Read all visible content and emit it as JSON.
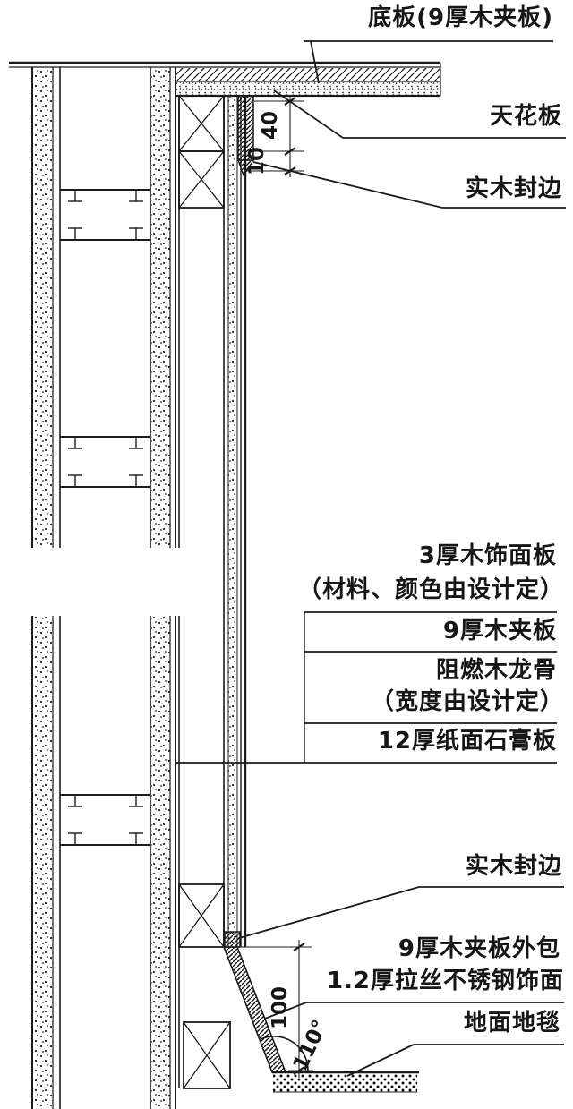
{
  "labels": {
    "bottom_board": "底板(9厚木夹板)",
    "ceiling": "天花板",
    "edge_top": "实木封边",
    "veneer": "3厚木饰面板",
    "veneer_note": "（材料、颜色由设计定）",
    "plywood": "9厚木夹板",
    "keel": "阻燃木龙骨",
    "keel_note": "（宽度由设计定）",
    "gypsum": "12厚纸面石膏板",
    "edge_bottom": "实木封边",
    "skirt_wrap": "9厚木夹板外包",
    "skirt_face": "1.2厚拉丝不锈钢饰面",
    "carpet": "地面地毯"
  },
  "dimensions": {
    "ceiling_offset": "40",
    "edge_reveal": "10",
    "skirting_height": "100",
    "skirting_angle": "110°"
  },
  "colors": {
    "ink": "#1b1b1b",
    "paper": "#ffffff"
  }
}
